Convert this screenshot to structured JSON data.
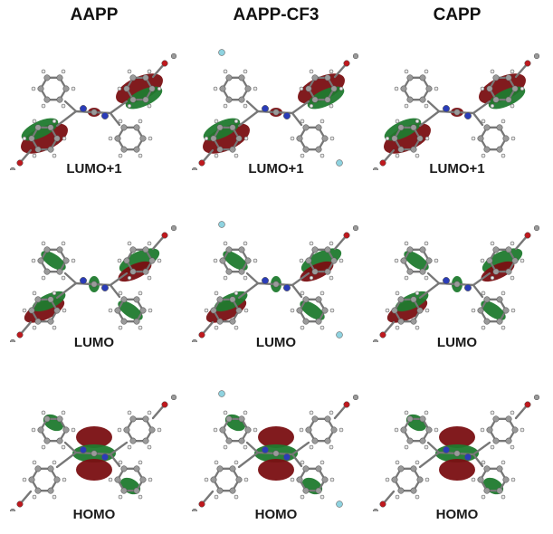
{
  "columns": [
    {
      "name": "AAPP"
    },
    {
      "name": "AAPP-CF3"
    },
    {
      "name": "CAPP"
    }
  ],
  "rows": [
    {
      "orbital": "LUMO+1"
    },
    {
      "orbital": "LUMO"
    },
    {
      "orbital": "HOMO"
    }
  ],
  "colors": {
    "lobe_positive": "#7a0f12",
    "lobe_negative": "#1f7a2e",
    "carbon": "#9a9a9a",
    "hydrogen": "#e8e8e8",
    "nitrogen": "#2a3cb8",
    "oxygen": "#c0181d",
    "fluorine": "#8fd3e0"
  }
}
